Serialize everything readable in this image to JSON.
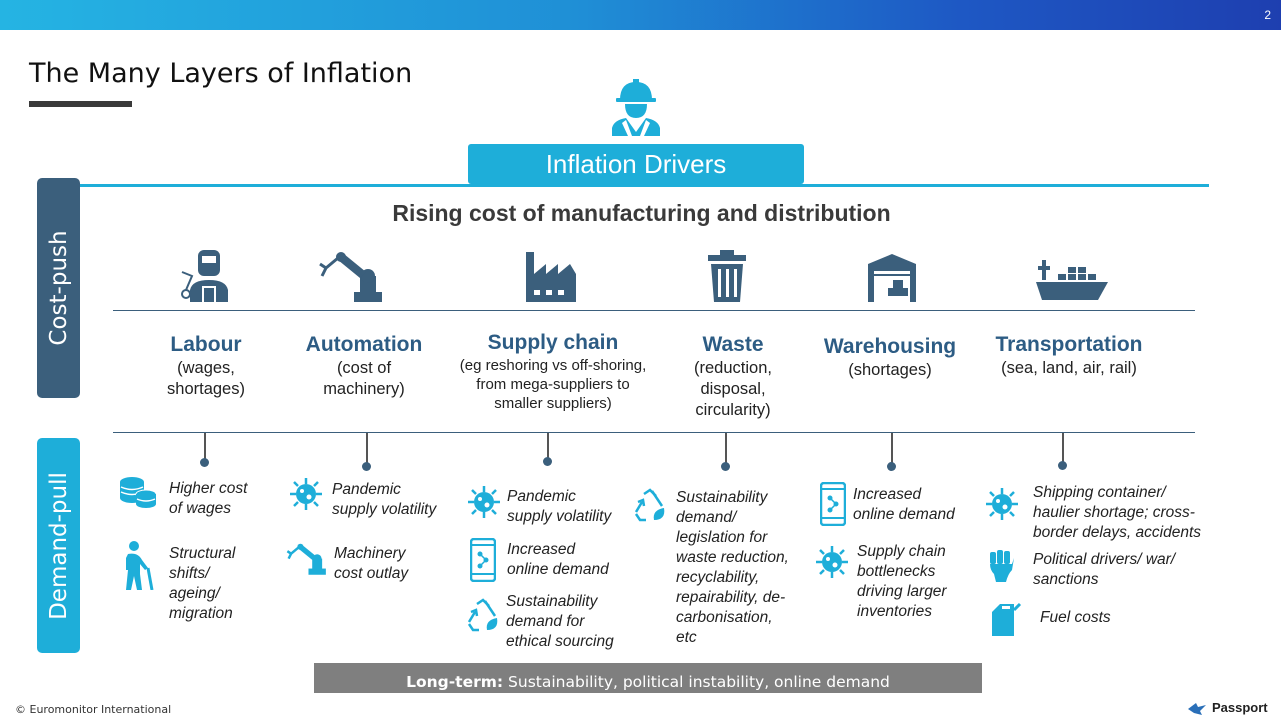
{
  "page_number": "2",
  "title": "The Many Layers of Inflation",
  "drivers_label": "Inflation Drivers",
  "cost_push_label": "Cost-push",
  "demand_pull_label": "Demand-pull",
  "headline": "Rising cost of manufacturing and distribution",
  "categories": [
    {
      "name": "Labour",
      "sub": [
        "(wages,",
        "shortages)"
      ]
    },
    {
      "name": "Automation",
      "sub": [
        "(cost of",
        "machinery)"
      ]
    },
    {
      "name": "Supply chain",
      "sub": [
        "(eg reshoring vs off-shoring,",
        "from mega-suppliers to",
        "smaller suppliers)"
      ]
    },
    {
      "name": "Waste",
      "sub": [
        "(reduction,",
        "disposal,",
        "circularity)"
      ]
    },
    {
      "name": "Warehousing",
      "sub": [
        "(shortages)"
      ]
    },
    {
      "name": "Transportation",
      "sub": [
        "(sea, land, air, rail)"
      ]
    }
  ],
  "demand": {
    "labour": [
      {
        "icon": "coins-icon",
        "lines": [
          "Higher cost",
          "of wages"
        ]
      },
      {
        "icon": "elderly-person-icon",
        "lines": [
          "Structural",
          "shifts/",
          "ageing/",
          "migration"
        ]
      }
    ],
    "automation": [
      {
        "icon": "virus-icon",
        "lines": [
          "Pandemic",
          "supply volatility"
        ]
      },
      {
        "icon": "robot-arm-icon",
        "lines": [
          "Machinery",
          "cost outlay"
        ]
      }
    ],
    "supply_chain": [
      {
        "icon": "virus-icon",
        "lines": [
          "Pandemic",
          "supply volatility"
        ]
      },
      {
        "icon": "smartphone-icon",
        "lines": [
          "Increased",
          "online demand"
        ]
      },
      {
        "icon": "recycle-icon",
        "lines": [
          "Sustainability",
          "demand for",
          "ethical sourcing"
        ]
      }
    ],
    "waste": [
      {
        "icon": "recycle-icon",
        "lines": [
          "Sustainability",
          "demand/",
          "legislation for",
          "waste reduction,",
          "recyclability,",
          "repairability, de-",
          "carbonisation,",
          "etc"
        ]
      }
    ],
    "warehousing": [
      {
        "icon": "smartphone-icon",
        "lines": [
          "Increased",
          "online demand"
        ]
      },
      {
        "icon": "virus-icon",
        "lines": [
          "Supply chain",
          "bottlenecks",
          "driving larger",
          "inventories"
        ]
      }
    ],
    "transportation": [
      {
        "icon": "virus-icon",
        "lines": [
          "Shipping container/",
          "haulier shortage; cross-",
          "border delays, accidents"
        ]
      },
      {
        "icon": "raised-fist-icon",
        "lines": [
          "Political drivers/ war/",
          "sanctions"
        ]
      },
      {
        "icon": "fuel-can-icon",
        "lines": [
          "Fuel costs"
        ]
      }
    ]
  },
  "longterm_label": "Long-term:",
  "longterm_text": " Sustainability, political instability, online demand",
  "footer_left": "© Euromonitor International",
  "footer_right": "Passport",
  "colors": {
    "accent": "#1eaed9",
    "navy": "#3b5f7c",
    "heading_blue": "#2d5c84"
  }
}
